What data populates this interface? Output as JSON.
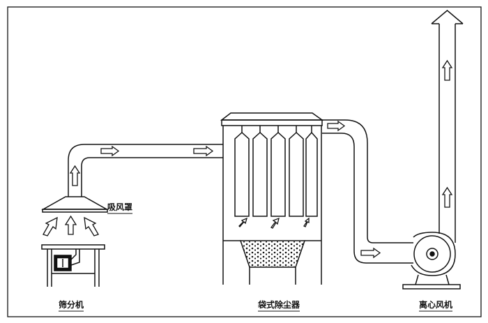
{
  "labels": {
    "hood": "吸风罩",
    "sieve": "筛分机",
    "dust_collector": "袋式除尘器",
    "fan": "离心风机"
  },
  "colors": {
    "line": "#111111",
    "background": "#ffffff"
  }
}
